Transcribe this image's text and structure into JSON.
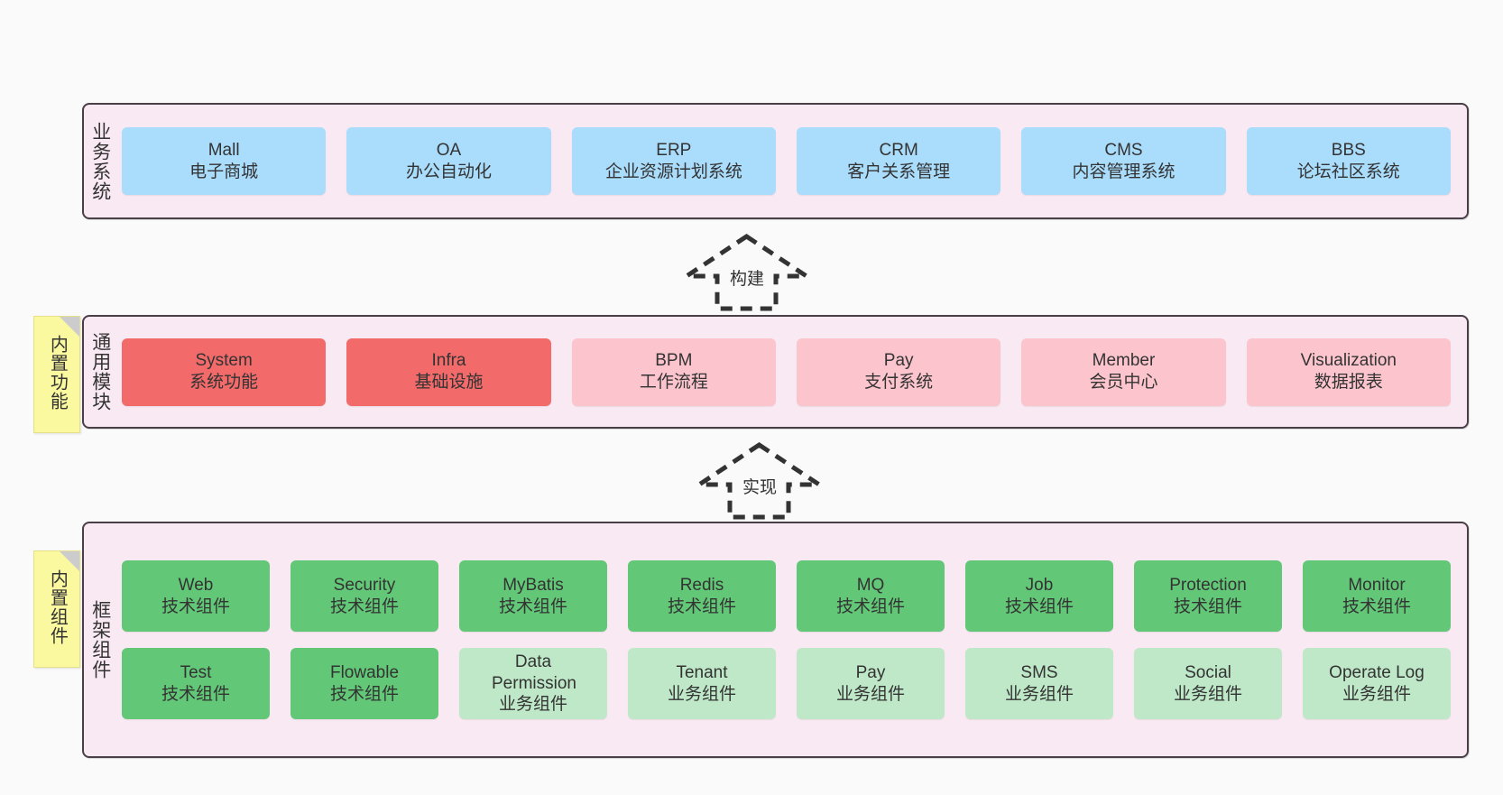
{
  "diagram": {
    "title": "",
    "background": "#fafafa",
    "colors": {
      "layer_bg": "#f9e9f3",
      "layer_border": "#4a3f47",
      "business": "#aadcfb",
      "core_module": "#f26a6a",
      "module": "#fcc4cd",
      "tech_component": "#62c877",
      "biz_component": "#bfe8c8",
      "note": "#fbf9a0"
    }
  },
  "layers": [
    {
      "key": "business",
      "label": "业务系统",
      "rows": [
        {
          "items": [
            {
              "name": "Mall",
              "desc": "电子商城"
            },
            {
              "name": "OA",
              "desc": "办公自动化"
            },
            {
              "name": "ERP",
              "desc": "企业资源计划系统"
            },
            {
              "name": "CRM",
              "desc": "客户关系管理"
            },
            {
              "name": "CMS",
              "desc": "内容管理系统"
            },
            {
              "name": "BBS",
              "desc": "论坛社区系统"
            }
          ]
        }
      ]
    },
    {
      "key": "common",
      "label": "通用模块",
      "note": "内置功能",
      "rows": [
        {
          "items": [
            {
              "name": "System",
              "desc": "系统功能"
            },
            {
              "name": "Infra",
              "desc": "基础设施"
            },
            {
              "name": "BPM",
              "desc": "工作流程"
            },
            {
              "name": "Pay",
              "desc": "支付系统"
            },
            {
              "name": "Member",
              "desc": "会员中心"
            },
            {
              "name": "Visualization",
              "desc": "数据报表"
            }
          ]
        }
      ]
    },
    {
      "key": "framework",
      "label": "框架组件",
      "note": "内置组件",
      "rows": [
        {
          "items": [
            {
              "name": "Web",
              "desc": "技术组件"
            },
            {
              "name": "Security",
              "desc": "技术组件"
            },
            {
              "name": "MyBatis",
              "desc": "技术组件"
            },
            {
              "name": "Redis",
              "desc": "技术组件"
            },
            {
              "name": "MQ",
              "desc": "技术组件"
            },
            {
              "name": "Job",
              "desc": "技术组件"
            },
            {
              "name": "Protection",
              "desc": "技术组件"
            },
            {
              "name": "Monitor",
              "desc": "技术组件"
            }
          ]
        },
        {
          "items": [
            {
              "name": "Test",
              "desc": "技术组件"
            },
            {
              "name": "Flowable",
              "desc": "技术组件"
            },
            {
              "name": "Data Permission",
              "desc": "业务组件"
            },
            {
              "name": "Tenant",
              "desc": "业务组件"
            },
            {
              "name": "Pay",
              "desc": "业务组件"
            },
            {
              "name": "SMS",
              "desc": "业务组件"
            },
            {
              "name": "Social",
              "desc": "业务组件"
            },
            {
              "name": "Operate Log",
              "desc": "业务组件"
            }
          ]
        }
      ]
    }
  ],
  "connectors": [
    {
      "key": "build",
      "label": "构建",
      "from": "common",
      "to": "business"
    },
    {
      "key": "implement",
      "label": "实现",
      "from": "framework",
      "to": "common"
    }
  ]
}
